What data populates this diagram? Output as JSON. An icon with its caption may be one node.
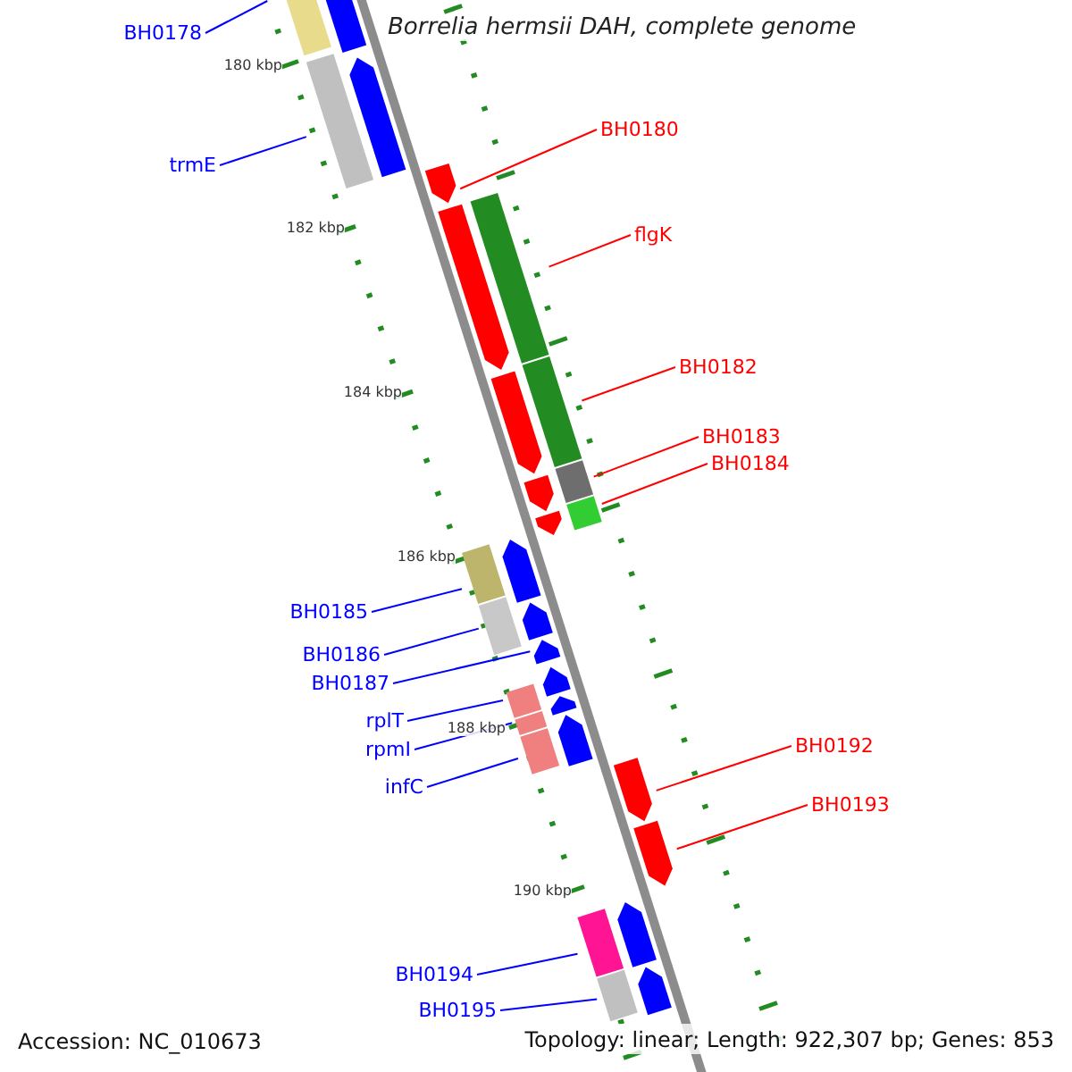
{
  "diagram": {
    "title": "Borrelia hermsii DAH, complete genome",
    "nodes": [
      {
        "text": [
          "BH0178"
        ]
      },
      {
        "text": [
          "trmE"
        ]
      },
      {
        "text": [
          "BH0180"
        ]
      },
      {
        "text": [
          "flgK"
        ]
      },
      {
        "text": [
          "BH0182"
        ]
      },
      {
        "text": [
          "BH0183"
        ]
      },
      {
        "text": [
          "BH0184"
        ]
      },
      {
        "text": [
          "BH0185"
        ]
      },
      {
        "text": [
          "BH0186"
        ]
      },
      {
        "text": [
          "BH0187"
        ]
      },
      {
        "text": [
          "rplT"
        ]
      },
      {
        "text": [
          "rpmI"
        ]
      },
      {
        "text": [
          "infC"
        ]
      },
      {
        "text": [
          "BH0192"
        ]
      },
      {
        "text": [
          "BH0193"
        ]
      },
      {
        "text": [
          "BH0194"
        ]
      },
      {
        "text": [
          "BH0195"
        ]
      },
      {
        "text": [],
        "shape": "bar"
      },
      {
        "text": [],
        "shape": "bar"
      },
      {
        "text": [],
        "shape": "bar"
      },
      {
        "text": [],
        "shape": "bar"
      },
      {
        "text": [],
        "shape": "bar"
      },
      {
        "text": [],
        "shape": "bar"
      },
      {
        "text": [],
        "shape": "bar"
      },
      {
        "text": [],
        "shape": "bar"
      },
      {
        "text": [],
        "shape": "bar"
      },
      {
        "text": [],
        "shape": "bar"
      },
      {
        "text": [],
        "shape": "bar"
      },
      {
        "text": [],
        "shape": "bar"
      },
      {
        "text": [],
        "shape": "bar"
      },
      {
        "text": [],
        "shape": "bar"
      },
      {
        "text": [],
        "shape": "bar"
      },
      {
        "text": [],
        "shape": "bar"
      },
      {
        "text": [],
        "shape": "bar"
      }
    ],
    "edges": [
      {
        "from": 0,
        "to": 17,
        "arrow": "none"
      },
      {
        "from": 1,
        "to": 18,
        "arrow": "none"
      },
      {
        "from": 2,
        "to": 19,
        "arrow": "none",
        "color": "#ff0000"
      },
      {
        "from": 3,
        "to": 20,
        "arrow": "none",
        "color": "#ff0000"
      },
      {
        "from": 4,
        "to": 21,
        "arrow": "none",
        "color": "#ff0000"
      },
      {
        "from": 5,
        "to": 22,
        "arrow": "none",
        "color": "#ff0000"
      },
      {
        "from": 6,
        "to": 23,
        "arrow": "none",
        "color": "#ff0000"
      },
      {
        "from": 7,
        "to": 24,
        "arrow": "none"
      },
      {
        "from": 8,
        "to": 25,
        "arrow": "none"
      },
      {
        "from": 9,
        "to": 26,
        "arrow": "none"
      },
      {
        "from": 10,
        "to": 27,
        "arrow": "none"
      },
      {
        "from": 11,
        "to": 28,
        "arrow": "none"
      },
      {
        "from": 12,
        "to": 29,
        "arrow": "none"
      },
      {
        "from": 13,
        "to": 30,
        "arrow": "none",
        "color": "#ff0000"
      },
      {
        "from": 14,
        "to": 31,
        "arrow": "none",
        "color": "#ff0000"
      },
      {
        "from": 15,
        "to": 32,
        "arrow": "none"
      },
      {
        "from": 16,
        "to": 33,
        "arrow": "none"
      }
    ],
    "labels": [
      "180 kbp",
      "182 kbp",
      "184 kbp",
      "186 kbp",
      "188 kbp",
      "190 kbp",
      "Accession: NC_010673",
      "Topology: linear; Length: 922,307 bp; Genes: 853"
    ]
  }
}
